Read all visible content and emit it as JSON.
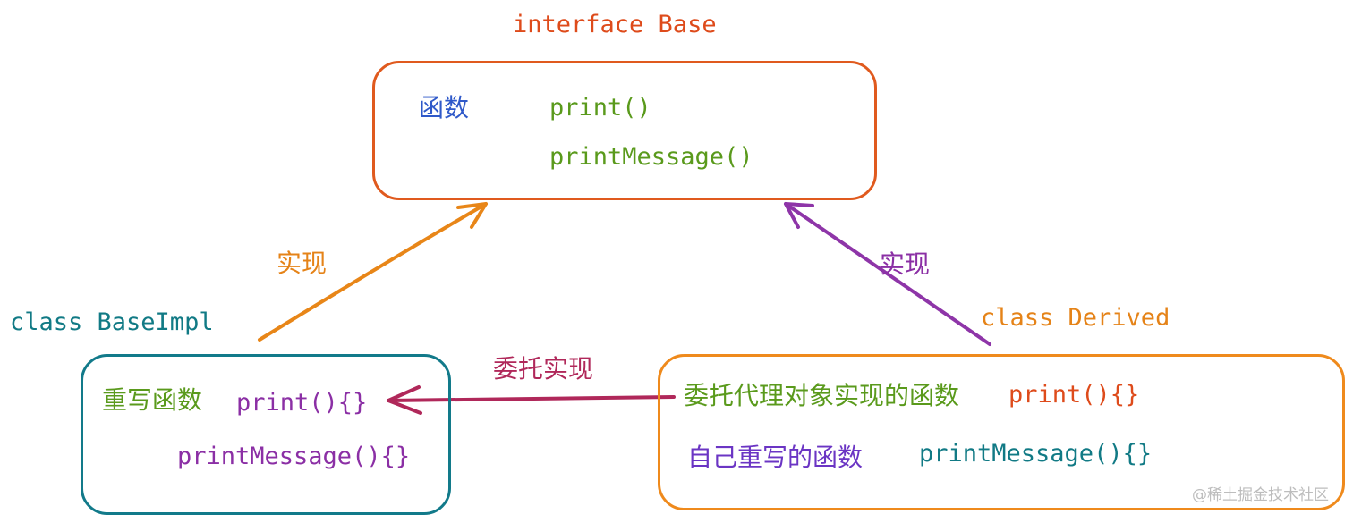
{
  "colors": {
    "interface_border": "#e05a1e",
    "baseimpl_border": "#127a8a",
    "derived_border": "#ef8a1c",
    "orange_red": "#de4b1b",
    "teal": "#117a85",
    "orange": "#e58318",
    "green": "#5a9a1c",
    "blue": "#2f59c9",
    "purple": "#8b2fa5",
    "violet": "#6b35c4",
    "crimson": "#b0285a",
    "arrow_orange": "#e88618",
    "arrow_purple": "#8e35a8"
  },
  "interface_box": {
    "title": "interface Base",
    "label": "函数",
    "method1": "print()",
    "method2": "printMessage()"
  },
  "baseimpl_box": {
    "title": "class BaseImpl",
    "label": "重写函数",
    "method1": "print(){}",
    "method2": "printMessage(){}"
  },
  "derived_box": {
    "title": "class Derived",
    "label1": "委托代理对象实现的函数",
    "method1": "print(){}",
    "label2": "自己重写的函数",
    "method2": "printMessage(){}"
  },
  "arrows": {
    "left_label": "实现",
    "right_label": "实现",
    "middle_label": "委托实现"
  },
  "watermark": "@稀土掘金技术社区"
}
